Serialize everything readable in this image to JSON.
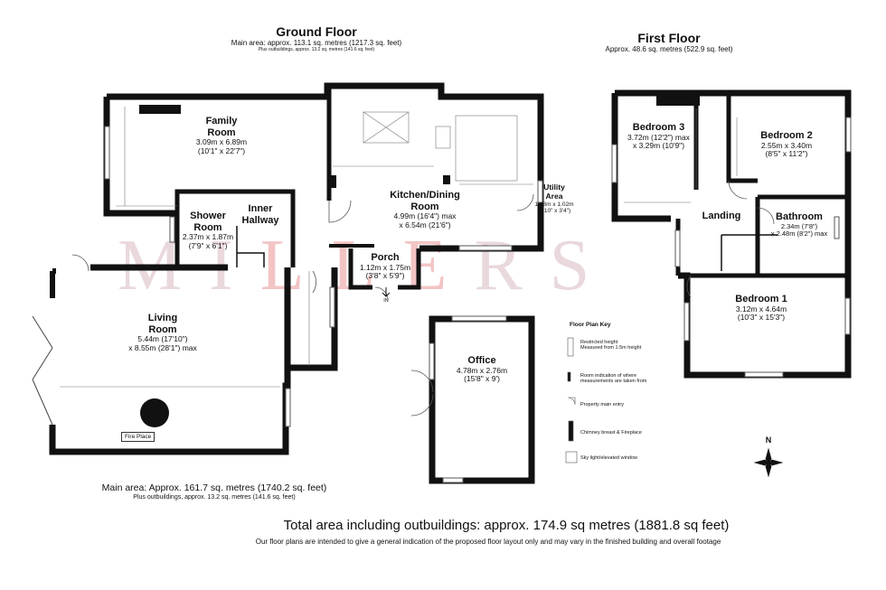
{
  "watermark": {
    "text_left": "MI",
    "text_mid": "LLE",
    "text_right": "RS"
  },
  "ground_floor": {
    "title": "Ground Floor",
    "main_area": "Main area: approx. 113.1 sq. metres (1217.3 sq. feet)",
    "outbuildings": "Plus outbuildings, approx. 13.2 sq. metres (141.6 sq. feet)"
  },
  "first_floor": {
    "title": "First Floor",
    "area": "Approx. 48.6 sq. metres (522.9 sq. feet)"
  },
  "rooms": {
    "family_room": {
      "name": "Family\nRoom",
      "dims": "3.09m x 6.89m\n(10'1\" x 22'7\")"
    },
    "shower_room": {
      "name": "Shower\nRoom",
      "dims": "2.37m x 1.87m\n(7'9\" x 6'1\")"
    },
    "inner_hallway": {
      "name": "Inner\nHallway"
    },
    "kitchen_dining": {
      "name": "Kitchen/Dining\nRoom",
      "dims": "4.99m (16'4\") max\nx 6.54m (21'6\")"
    },
    "utility_area": {
      "name": "Utility\nArea",
      "dims": "1.48m x 1.02m\n(4'10\" x 3'4\")"
    },
    "porch": {
      "name": "Porch",
      "dims": "1.12m x 1.75m\n(3'8\" x 5'9\")"
    },
    "living_room": {
      "name": "Living\nRoom",
      "dims": "5.44m (17'10\")\nx 8.55m (28'1\") max"
    },
    "office": {
      "name": "Office",
      "dims": "4.78m x 2.76m\n(15'8\" x 9')"
    },
    "bedroom_3": {
      "name": "Bedroom 3",
      "dims": "3.72m (12'2\") max\nx 3.29m (10'9\")"
    },
    "bedroom_2": {
      "name": "Bedroom 2",
      "dims": "2.55m x 3.40m\n(8'5\" x 11'2\")"
    },
    "landing": {
      "name": "Landing"
    },
    "bathroom": {
      "name": "Bathroom",
      "dims": "2.34m (7'8\")\nx 2.48m (8'2\") max"
    },
    "bedroom_1": {
      "name": "Bedroom 1",
      "dims": "3.12m x 4.64m\n(10'3\" x 15'3\")"
    }
  },
  "fire_place_label": "Fire Place",
  "entry_label": "IN",
  "key": {
    "title": "Floor Plan Key",
    "items": [
      "Restricted height\nMeasured from 1.5m height",
      "Room indication of where\nmeasurements are taken from",
      "Property main entry",
      "Chimney breast & Fireplace",
      "Sky light/elevated window"
    ]
  },
  "compass": {
    "label": "N"
  },
  "summary": {
    "main_area": "Main area: Approx. 161.7 sq. metres (1740.2 sq. feet)",
    "outbuildings": "Plus outbuildings, approx. 13.2 sq. metres (141.6 sq. feet)"
  },
  "total": "Total area including  outbuildings: approx. 174.9 sq metres (1881.8 sq feet)",
  "disclaimer": "Our floor plans are intended to give a general indication of the proposed floor layout only and may vary in the finished building and overall footage",
  "colors": {
    "wall": "#111111",
    "window": "#9ec9c9",
    "measure": "#555555",
    "watermark": "#e9d8dc"
  }
}
